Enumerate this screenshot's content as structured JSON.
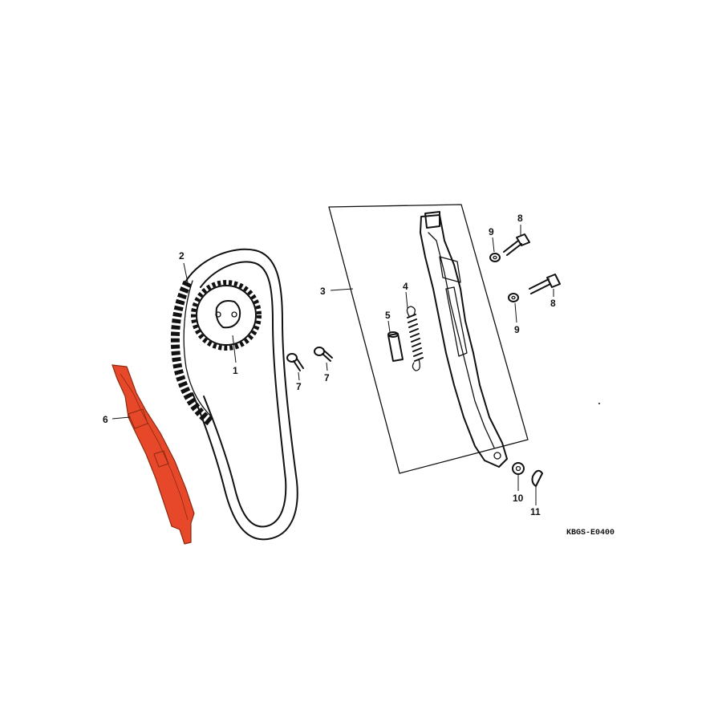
{
  "diagram": {
    "code": "KBGS-E0400",
    "highlight_color": "#e8482a",
    "line_color": "#111111",
    "callouts": {
      "c1": "1",
      "c2": "2",
      "c3": "3",
      "c4": "4",
      "c5": "5",
      "c6": "6",
      "c7a": "7",
      "c7b": "7",
      "c8a": "8",
      "c8b": "8",
      "c9a": "9",
      "c9b": "9",
      "c10": "10",
      "c11": "11"
    }
  }
}
